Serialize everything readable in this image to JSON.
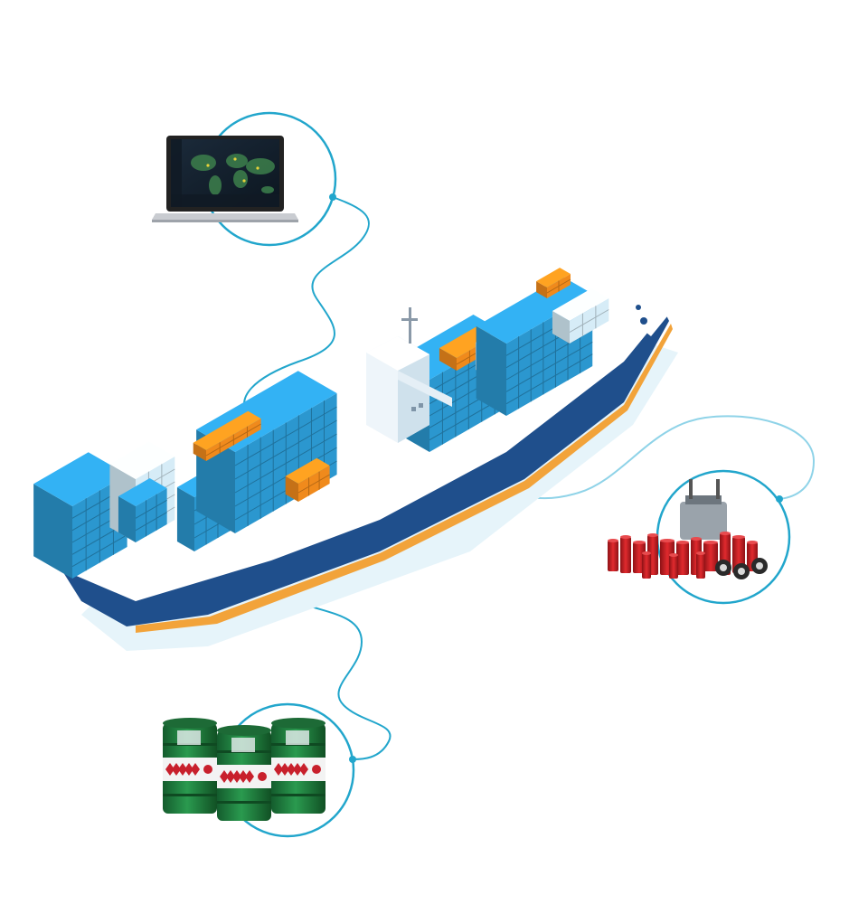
{
  "colors": {
    "connector": "#22a6cc",
    "connector_light": "#8fd3e8",
    "container_blue": "#2b97cf",
    "container_light": "#d6ecf7",
    "container_orange": "#f08a1c",
    "hull_dark": "#1f4f8c",
    "hull_white": "#ffffff",
    "hull_stripe": "#f2a33a",
    "water": "#e6f4fa",
    "barrel_green": "#1f7a3e",
    "barrel_red": "#c8202c",
    "filter_red": "#c81e24"
  },
  "nodes": [
    {
      "id": "laptop",
      "icon": "laptop-icon"
    },
    {
      "id": "spare-parts",
      "icon": "filter-parts-icon"
    },
    {
      "id": "lubricant-drums",
      "icon": "oil-drum-icon"
    }
  ],
  "center": {
    "icon": "container-ship-icon"
  }
}
